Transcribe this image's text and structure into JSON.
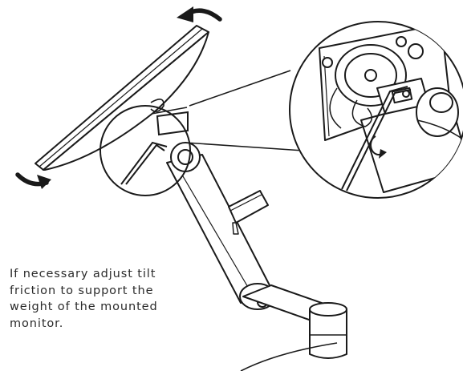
{
  "instruction": {
    "lines": [
      "If necessary adjust tilt",
      "friction to support the",
      "weight of the mounted",
      "monitor."
    ]
  },
  "icons": {
    "rotate_top": "curved-rotation-arrow-icon",
    "rotate_bottom": "curved-rotation-arrow-icon",
    "rotate_detail": "rotation-symbol-icon",
    "tool": "hex-key-icon"
  },
  "colors": {
    "line": "#1a1a1a",
    "background": "#ffffff",
    "text": "#2b2b2b"
  }
}
